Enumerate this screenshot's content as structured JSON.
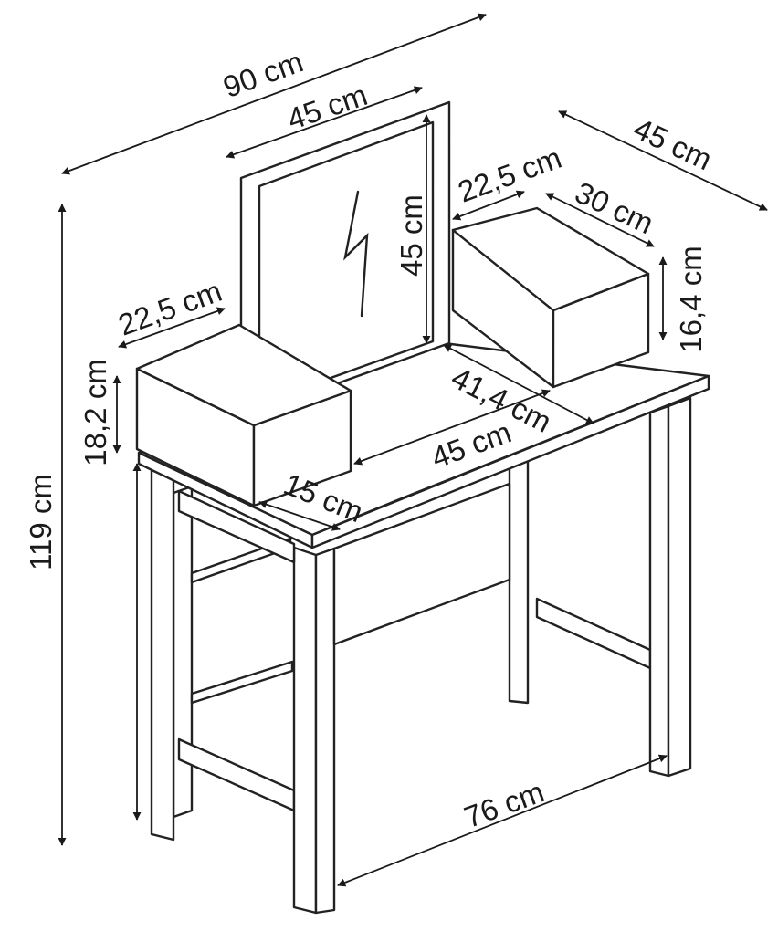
{
  "dimensions": {
    "total_width": "90 cm",
    "mirror_width": "45 cm",
    "depth": "45 cm",
    "right_box_offset": "22,5 cm",
    "right_box_depth": "30 cm",
    "mirror_height": "45 cm",
    "right_box_height": "16,4 cm",
    "left_box_width": "22,5 cm",
    "left_box_height": "18,2 cm",
    "total_height": "119 cm",
    "inner_depth": "41,4 cm",
    "inner_width": "45 cm",
    "left_box_depth": "15 cm",
    "leg_span": "76 cm"
  }
}
